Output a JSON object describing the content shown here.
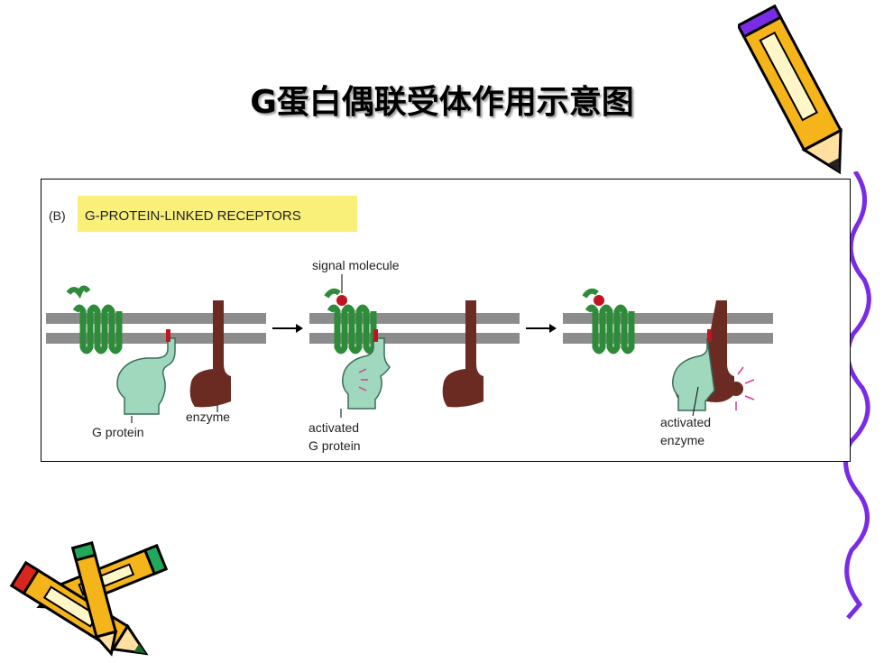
{
  "slide": {
    "title": "G蛋白偶联受体作用示意图"
  },
  "figure": {
    "panel_letter": "(B)",
    "heading": "G-PROTEIN-LINKED RECEPTORS",
    "labels": {
      "signal_molecule": "signal molecule",
      "g_protein": "G protein",
      "enzyme": "enzyme",
      "activated_g_protein_1": "activated",
      "activated_g_protein_2": "G protein",
      "activated_enzyme_1": "activated",
      "activated_enzyme_2": "enzyme"
    }
  },
  "colors": {
    "heading_highlight": "#f9f07a",
    "membrane": "#8c8c8c",
    "receptor": "#2e8b3a",
    "g_protein": "#9fd8bd",
    "enzyme": "#6b2a22",
    "signal_molecule": "#c0141e",
    "activation_marks": "#e0389a",
    "squiggle": "#7a2be6",
    "pencil_body": "#f4b41a"
  },
  "decorations": {
    "top_right": "pencil-icon",
    "bottom_left": "crossed-pencils-icon",
    "right_edge": "purple-squiggle-line"
  }
}
